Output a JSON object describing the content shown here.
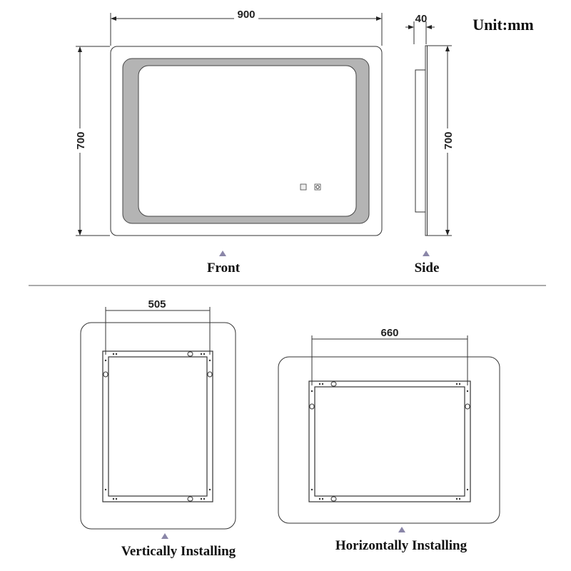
{
  "unit_label": "Unit:mm",
  "front": {
    "label": "Front",
    "width_dim": "900",
    "height_dim": "700"
  },
  "side": {
    "label": "Side",
    "depth_dim": "40",
    "height_dim": "700"
  },
  "vertical_install": {
    "label": "Vertically Installing",
    "bracket_dim": "505"
  },
  "horizontal_install": {
    "label": "Horizontally Installing",
    "bracket_dim": "660"
  },
  "colors": {
    "led_band": "#b4b4b4",
    "triangle": "#8a86a8",
    "line": "#333333"
  }
}
